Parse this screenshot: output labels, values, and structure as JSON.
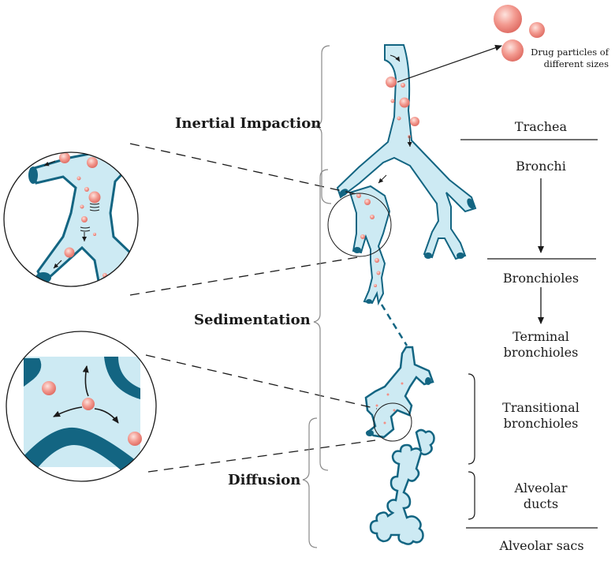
{
  "mechanisms": {
    "inertial_impaction": "Inertial Impaction",
    "sedimentation": "Sedimentation",
    "diffusion": "Diffusion"
  },
  "regions": {
    "trachea": "Trachea",
    "bronchi": "Bronchi",
    "bronchioles": "Bronchioles",
    "terminal_bronchioles_1": "Terminal",
    "terminal_bronchioles_2": "bronchioles",
    "transitional_bronchioles_1": "Transitional",
    "transitional_bronchioles_2": "bronchioles",
    "alveolar_ducts_1": "Alveolar",
    "alveolar_ducts_2": "ducts",
    "alveolar_sacs": "Alveolar sacs"
  },
  "drug_label": {
    "line1": "Drug particles of",
    "line2": "different sizes"
  },
  "colors": {
    "airway_fill": "#cdeaf3",
    "airway_wall": "#136582",
    "particle": "#f28f86",
    "particle_light": "#fbd3cd",
    "line": "#1a1a1a",
    "bracket": "#8a8a8a"
  }
}
